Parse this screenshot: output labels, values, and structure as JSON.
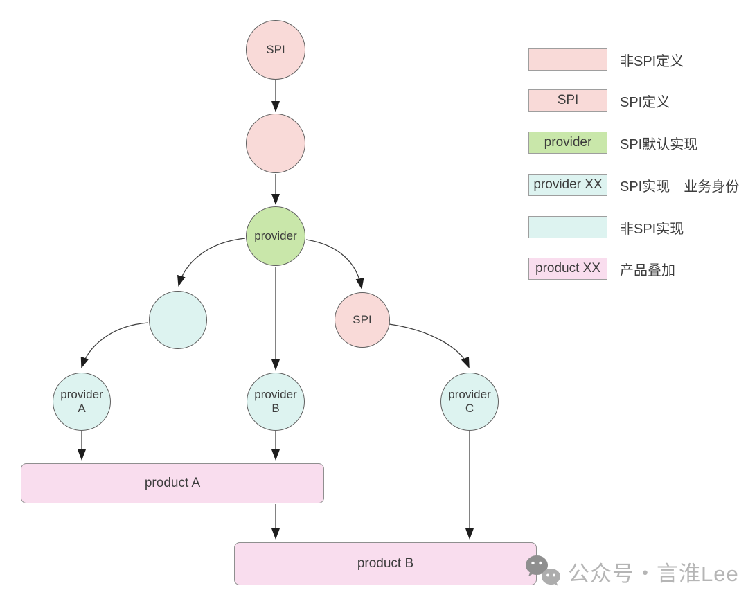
{
  "colors": {
    "pink_fill": "#f9dad8",
    "green_fill": "#c9e7aa",
    "blue_fill": "#ddf3f0",
    "product_fill": "#f9ddee",
    "node_border": "#5f5f5f",
    "legend_border": "#9e9e9e",
    "product_border": "#8f8f8f",
    "edge": "#3f3f3f",
    "text": "#3d3d3d",
    "watermark": "#b5b5b5"
  },
  "nodes": {
    "spi_root": {
      "label": "SPI"
    },
    "unnamed_pink": {
      "label": ""
    },
    "provider_default": {
      "label": "provider"
    },
    "unnamed_blue": {
      "label": ""
    },
    "spi_child": {
      "label": "SPI"
    },
    "provider_a": {
      "line1": "provider",
      "line2": "A"
    },
    "provider_b": {
      "line1": "provider",
      "line2": "B"
    },
    "provider_c": {
      "line1": "provider",
      "line2": "C"
    }
  },
  "products": {
    "a": {
      "label": "product A"
    },
    "b": {
      "label": "product B"
    }
  },
  "legend": {
    "items": [
      {
        "box_label": "",
        "label": "非SPI定义"
      },
      {
        "box_label": "SPI",
        "label": "SPI定义"
      },
      {
        "box_label": "provider",
        "label": "SPI默认实现"
      },
      {
        "box_label": "provider XX",
        "label": "SPI实现　业务身份"
      },
      {
        "box_label": "",
        "label": "非SPI实现"
      },
      {
        "box_label": "product XX",
        "label": "产品叠加"
      }
    ]
  },
  "watermark": {
    "text": "公众号・言淮Lee",
    "icon": "wechat-icon"
  }
}
